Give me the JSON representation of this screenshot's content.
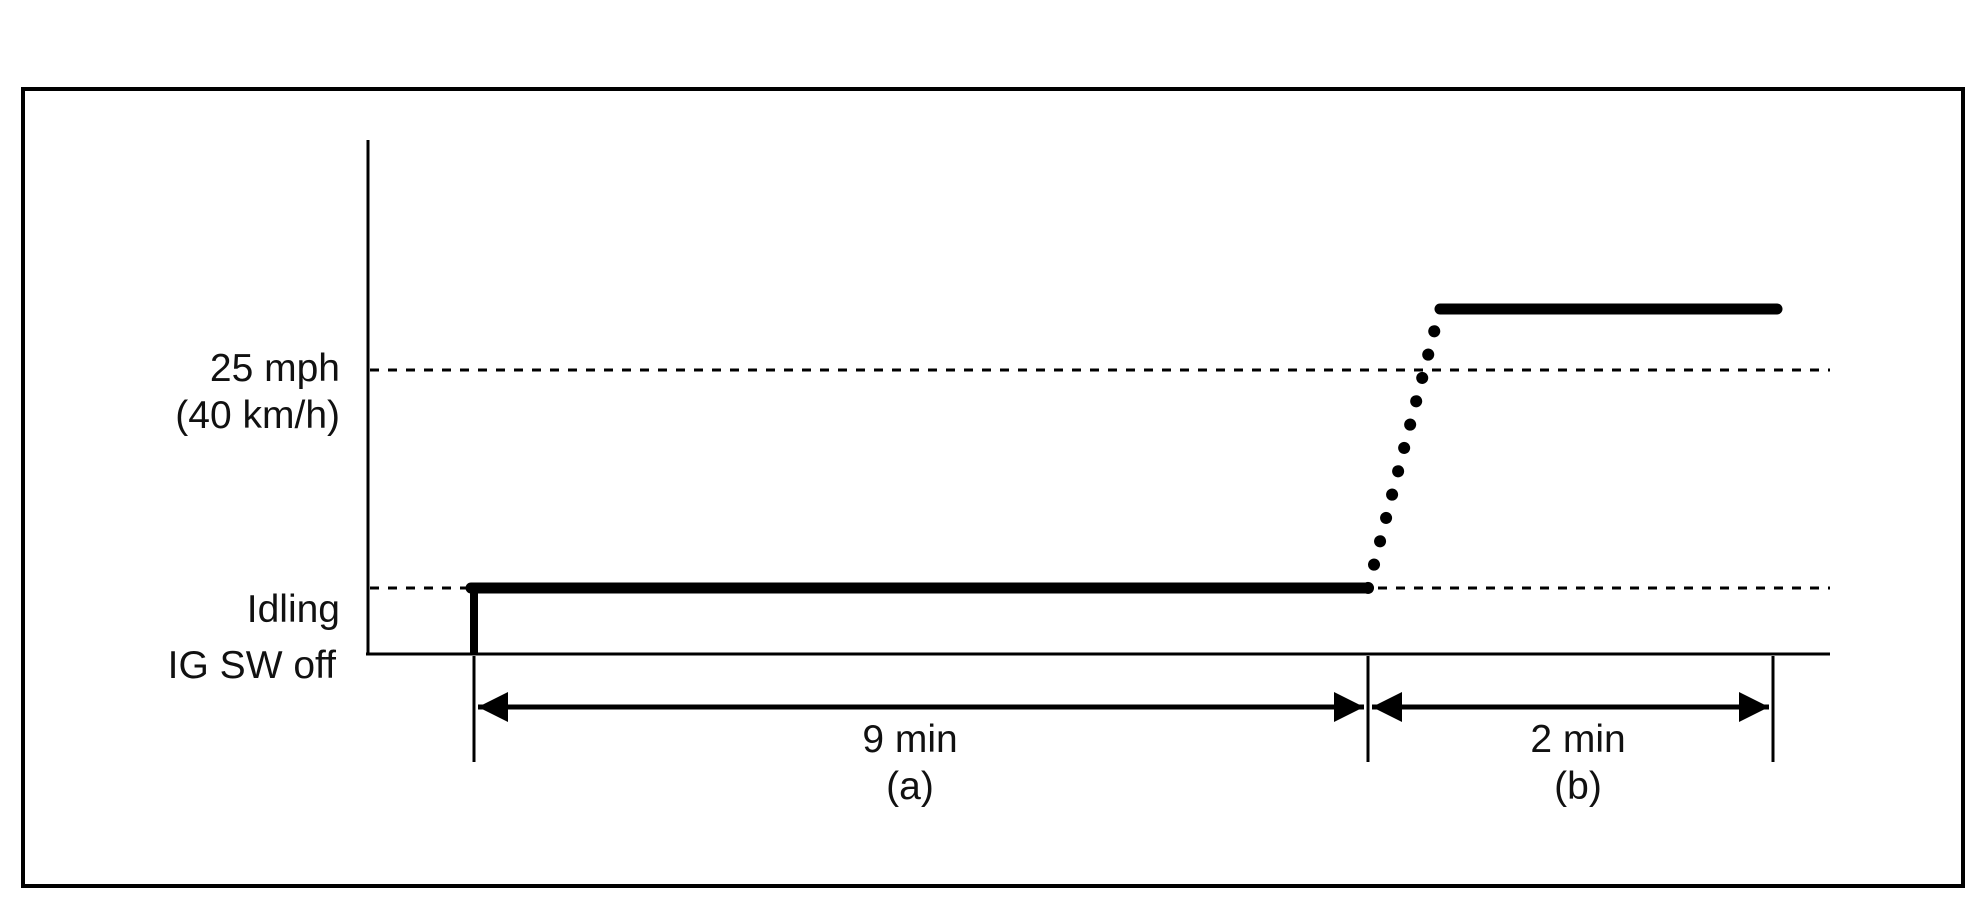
{
  "diagram": {
    "y_labels": {
      "speed_line1": "25 mph",
      "speed_line2": "(40 km/h)",
      "idling": "Idling",
      "ig_off": "IG SW off"
    },
    "intervals": [
      {
        "duration": "9 min",
        "tag": "(a)"
      },
      {
        "duration": "2 min",
        "tag": "(b)"
      }
    ],
    "colors": {
      "ink": "#000000",
      "background": "#ffffff"
    }
  }
}
